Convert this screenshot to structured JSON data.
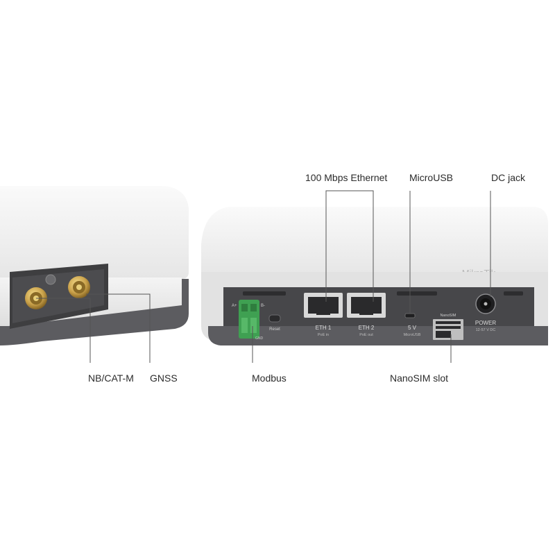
{
  "callouts": {
    "ethernet": "100 Mbps Ethernet",
    "microusb": "MicroUSB",
    "dc_jack": "DC jack",
    "nbcatm": "NB/CAT-M",
    "gnss": "GNSS",
    "modbus": "Modbus",
    "nanosim": "NanoSIM slot"
  },
  "panel_print": {
    "brand": "MikroTik",
    "eth1": "ETH 1",
    "eth1_sub": "PoE in",
    "eth2": "ETH 2",
    "eth2_sub": "PoE out",
    "usb": "5 V",
    "usb_sub": "MicroUSB",
    "power": "POWER",
    "power_sub": "12-57 V DC",
    "reset": "Reset",
    "nanosim": "NanoSIM",
    "modbus_a": "A+",
    "modbus_b": "B-",
    "modbus_gnd": "GND"
  },
  "colors": {
    "shell": "#f1f1f1",
    "panel": "#4a4a4c",
    "base": "#5c5c60",
    "connector_gold": "#c9a14a",
    "terminal_green": "#3fa052",
    "leader": "#555555"
  }
}
